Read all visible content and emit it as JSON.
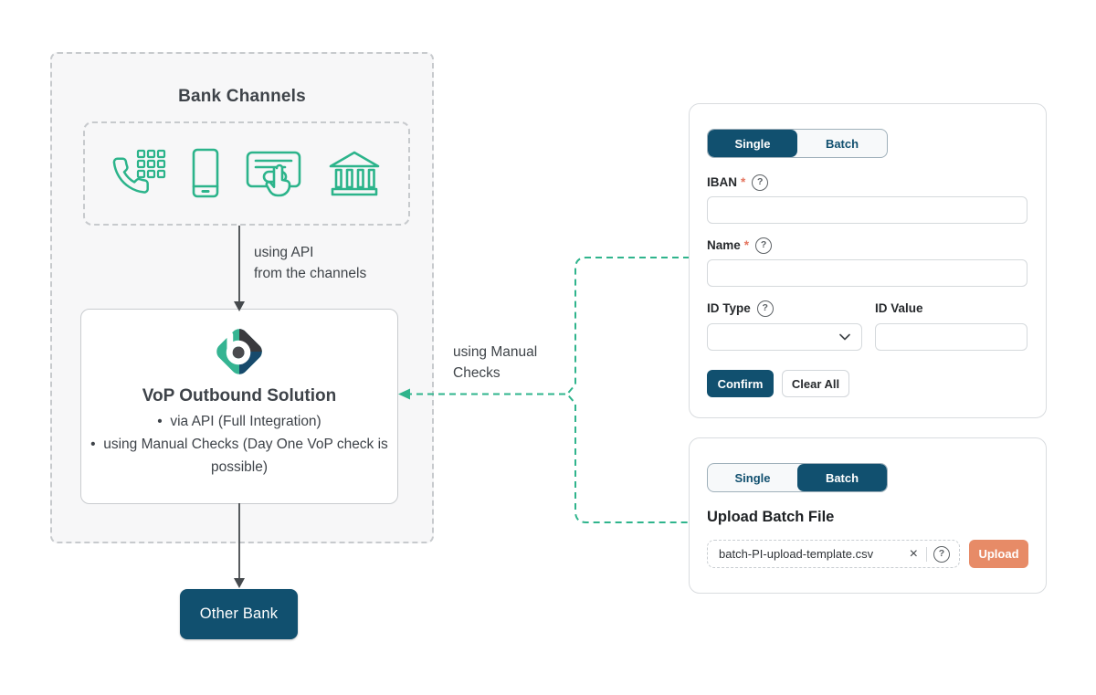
{
  "colors": {
    "teal": "#2FB48C",
    "navy": "#11506F",
    "coral": "#E78B67",
    "asterisk": "#E4745E",
    "arrow_gray": "#45494D"
  },
  "icons": {
    "help": "?",
    "close": "×"
  },
  "diagram": {
    "bank_channels_title": "Bank Channels",
    "channel_icons": [
      "phone-keypad-icon",
      "smartphone-icon",
      "card-tap-icon",
      "bank-building-icon"
    ],
    "api_label": "using API\nfrom the channels",
    "manual_checks_label": "using Manual\nChecks",
    "vop": {
      "title": "VoP Outbound Solution",
      "bullets": [
        "via API (Full Integration)",
        "using Manual Checks (Day One VoP check is possible)"
      ]
    },
    "other_bank_label": "Other Bank"
  },
  "single_form": {
    "tabs": {
      "single": "Single",
      "batch": "Batch"
    },
    "required_marker": "*",
    "fields": {
      "iban_label": "IBAN",
      "name_label": "Name",
      "id_type_label": "ID Type",
      "id_value_label": "ID Value"
    },
    "buttons": {
      "confirm": "Confirm",
      "clear": "Clear All"
    }
  },
  "batch_form": {
    "tabs": {
      "single": "Single",
      "batch": "Batch"
    },
    "heading": "Upload Batch File",
    "file_name": "batch-PI-upload-template.csv",
    "upload_label": "Upload"
  }
}
